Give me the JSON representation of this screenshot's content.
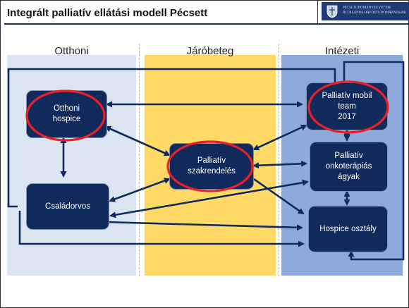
{
  "header": {
    "title": "Integrált palliatív ellátási modell Pécsett",
    "logo_lines": [
      "PÉCSI TUDOMÁNYEGYETEM",
      "ÁLTALÁNOS ORVOSTUDOMÁNYI KAR"
    ]
  },
  "columns": [
    {
      "label": "Otthoni",
      "color": "#dbe5f1"
    },
    {
      "label": "Járóbeteg",
      "color": "#ffd966"
    },
    {
      "label": "Intézeti",
      "color": "#8eaadb"
    }
  ],
  "nodes": {
    "home_hospice": "Otthoni\nhospice",
    "gp": "Családorvos",
    "outpatient": "Palliatív\nszakrendelés",
    "mobile_team": "Palliatív mobil\nteam\n2017",
    "onco_beds": "Palliatív\nonkoterápiás\nágyak",
    "hospice_ward": "Hospice osztály"
  },
  "highlighted_nodes": [
    "home_hospice",
    "outpatient",
    "mobile_team"
  ],
  "colors": {
    "node_fill": "#102a5c",
    "arrow": "#0f2a5c",
    "highlight_ring": "#e8202a"
  }
}
